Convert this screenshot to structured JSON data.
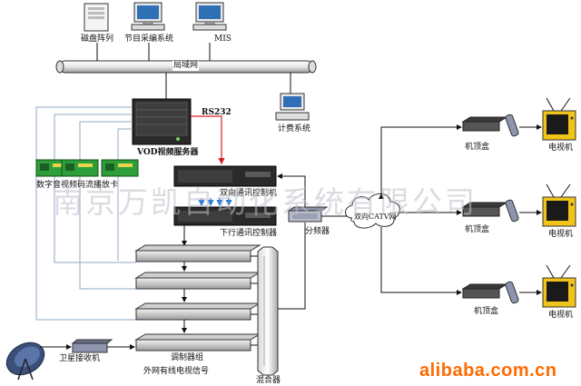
{
  "labels": {
    "disk_array": "磁盘阵列",
    "program_system": "节目采编系统",
    "mis": "MIS",
    "lan": "局域网",
    "rs232": "RS232",
    "billing": "计费系统",
    "vod_server": "VOD视频服务器",
    "stream_card": "数字音视频码流播放卡",
    "bidir_controller": "双向通讯控制机",
    "down_controller": "下行通讯控制器",
    "splitter": "分频器",
    "catv": "双向CATV网",
    "modulator_group": "调制器组",
    "satellite_receiver": "卫星接收机",
    "external_cable": "外网有线电视信号",
    "mixer": "混合器",
    "stb_1": "机顶盒",
    "stb_2": "机顶盒",
    "stb_3": "机顶盒",
    "tv_1": "电视机",
    "tv_2": "电视机",
    "tv_3": "电视机"
  },
  "watermark": "南京万凯自动化系统有限公司",
  "brand": "alibaba.com.cn",
  "colors": {
    "line": "#111111",
    "light_line": "#8fa8c8",
    "rs232": "#d62020",
    "brand": "#ff6a00",
    "card_green": "#2e9e3a",
    "server_dark": "#2a2a2a"
  }
}
